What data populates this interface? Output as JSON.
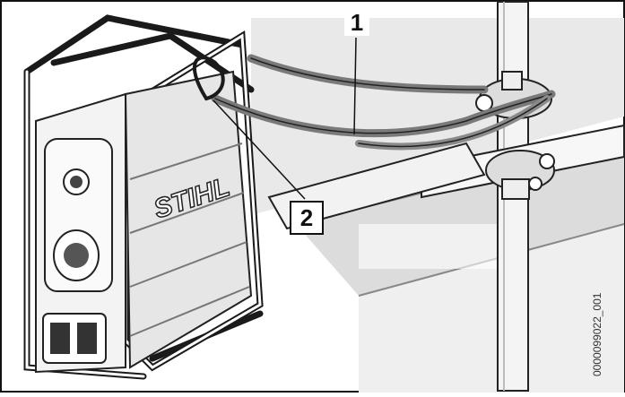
{
  "figure": {
    "callouts": [
      {
        "number": "1",
        "meaning": "strap"
      },
      {
        "number": "2",
        "meaning": "loop"
      }
    ],
    "brand": "STIHL",
    "figure_id": "0000099022_001"
  },
  "colors": {
    "frame": "#1a1a1a",
    "body": "#f0f0f0",
    "shadow": "#c9c9c9",
    "strap": "#8a8a8a",
    "background": "#e4e4e4"
  }
}
